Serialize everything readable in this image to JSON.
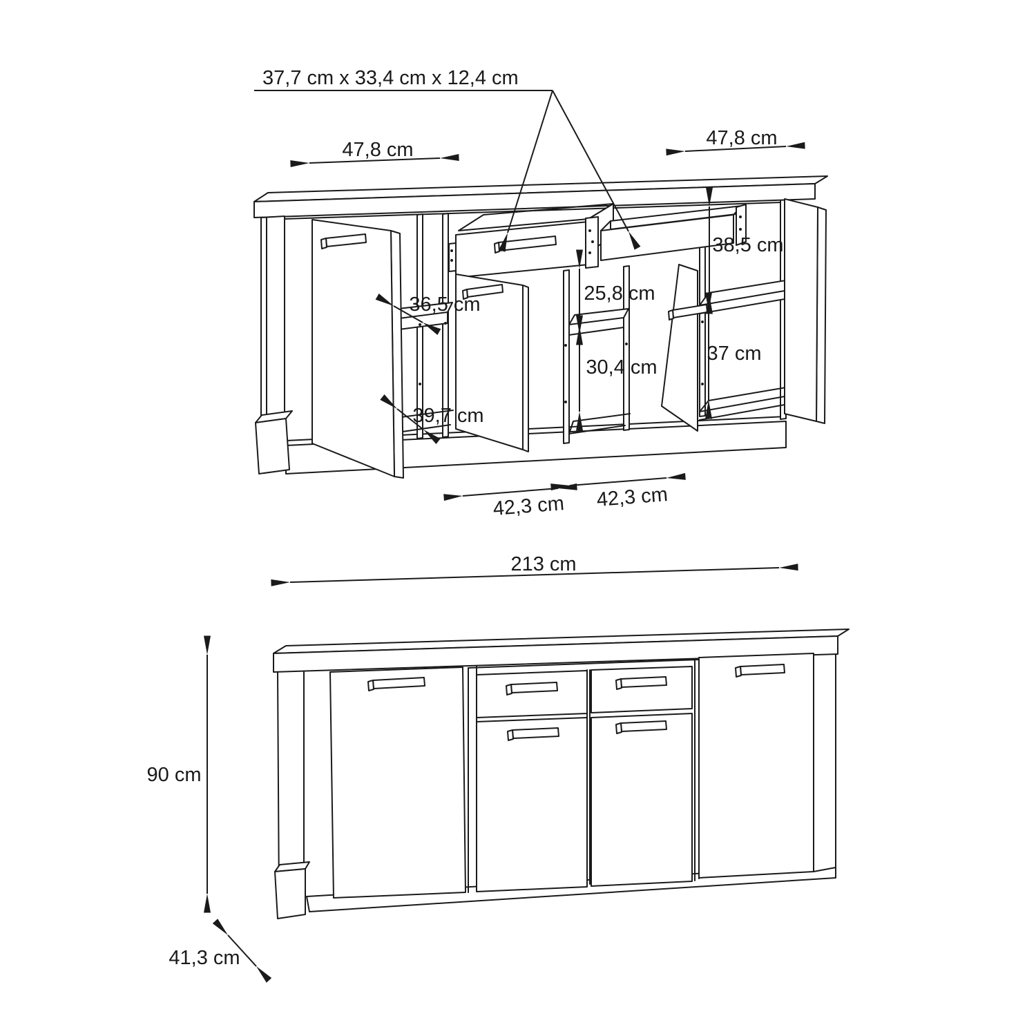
{
  "page": {
    "background": "#ffffff",
    "line_color": "#1a1a1a"
  },
  "diagram": {
    "views": [
      {
        "id": "open-view"
      },
      {
        "id": "front-view"
      }
    ]
  },
  "annotations": {
    "drawer_size": {
      "text": "37,7 cm x 33,4 cm x 12,4 cm"
    },
    "top_left_width": {
      "text": "47,8 cm"
    },
    "top_right_width": {
      "text": "47,8 cm"
    },
    "right_upper_height": {
      "text": "38,5 cm"
    },
    "left_shelf_depth": {
      "text": "36,5 cm"
    },
    "center_upper_height": {
      "text": "25,8 cm"
    },
    "center_lower_height": {
      "text": "30,4 cm"
    },
    "right_lower_height": {
      "text": "37 cm"
    },
    "left_bottom_depth": {
      "text": "39,7 cm"
    },
    "center_left_width": {
      "text": "42,3 cm"
    },
    "center_right_width": {
      "text": "42,3 cm"
    },
    "total_width": {
      "text": "213 cm"
    },
    "total_height": {
      "text": "90 cm"
    },
    "total_depth": {
      "text": "41,3 cm"
    }
  }
}
